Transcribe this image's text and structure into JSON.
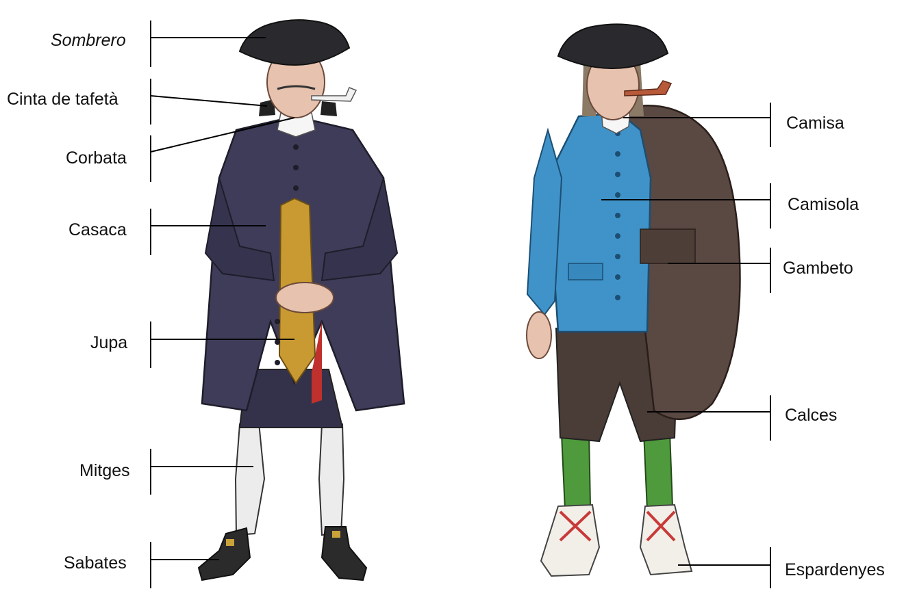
{
  "left_figure": {
    "labels": {
      "sombrero": "Sombrero",
      "cinta": "Cinta de tafetà",
      "corbata": "Corbata",
      "casaca": "Casaca",
      "jupa": "Jupa",
      "mitges": "Mitges",
      "sabates": "Sabates"
    }
  },
  "right_figure": {
    "labels": {
      "camisa": "Camisa",
      "camisola": "Camisola",
      "gambeto": "Gambeto",
      "calces": "Calces",
      "espardenyes": "Espardenyes"
    }
  },
  "colors": {
    "hat": "#2a2a2e",
    "casaca": "#3f3c5a",
    "jupa": "#c99a32",
    "camisola": "#3f93c9",
    "gambeto": "#5a4842",
    "calces": "#4a3c36",
    "mitges_left": "#eeeeee",
    "mitges_right": "#4f9a3c",
    "skin": "#e7c2ae",
    "laces": "#c83a3a"
  }
}
